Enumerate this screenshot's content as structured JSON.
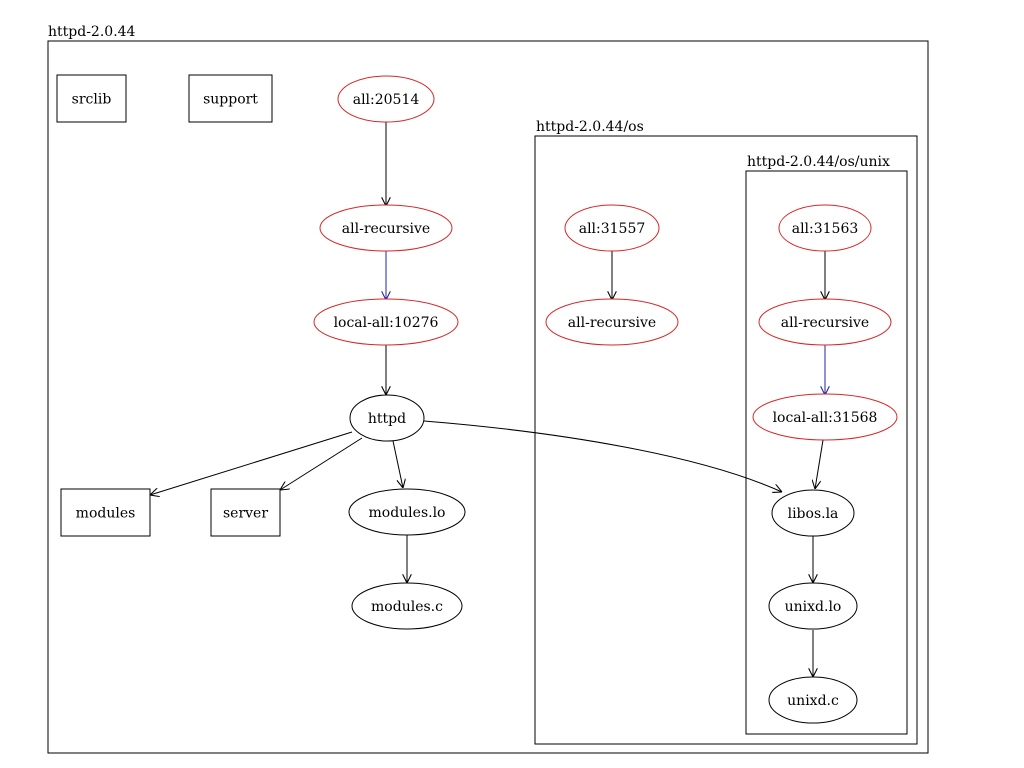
{
  "colors": {
    "target_stroke": "#d62728",
    "file_stroke": "#000000",
    "dir_stroke": "#000000",
    "edge_default": "#000000",
    "edge_recursive": "#2222aa"
  },
  "clusters": {
    "root": {
      "label": "httpd-2.0.44"
    },
    "os": {
      "label": "httpd-2.0.44/os"
    },
    "unix": {
      "label": "httpd-2.0.44/os/unix"
    }
  },
  "nodes": {
    "srclib": {
      "label": "srclib",
      "kind": "directory"
    },
    "support": {
      "label": "support",
      "kind": "directory"
    },
    "modules_dir": {
      "label": "modules",
      "kind": "directory"
    },
    "server": {
      "label": "server",
      "kind": "directory"
    },
    "all_20514": {
      "label": "all:20514",
      "kind": "target"
    },
    "allrec_root": {
      "label": "all-recursive",
      "kind": "target"
    },
    "localall_10276": {
      "label": "local-all:10276",
      "kind": "target"
    },
    "httpd": {
      "label": "httpd",
      "kind": "file"
    },
    "modules_lo": {
      "label": "modules.lo",
      "kind": "file"
    },
    "modules_c": {
      "label": "modules.c",
      "kind": "file"
    },
    "all_31557": {
      "label": "all:31557",
      "kind": "target"
    },
    "allrec_os": {
      "label": "all-recursive",
      "kind": "target"
    },
    "all_31563": {
      "label": "all:31563",
      "kind": "target"
    },
    "allrec_unix": {
      "label": "all-recursive",
      "kind": "target"
    },
    "localall_31568": {
      "label": "local-all:31568",
      "kind": "target"
    },
    "libos_la": {
      "label": "libos.la",
      "kind": "file"
    },
    "unixd_lo": {
      "label": "unixd.lo",
      "kind": "file"
    },
    "unixd_c": {
      "label": "unixd.c",
      "kind": "file"
    }
  },
  "edges": [
    {
      "from": "all:20514",
      "to": "all-recursive",
      "style": "default"
    },
    {
      "from": "all-recursive",
      "to": "local-all:10276",
      "style": "recursive"
    },
    {
      "from": "local-all:10276",
      "to": "httpd",
      "style": "default"
    },
    {
      "from": "httpd",
      "to": "modules",
      "style": "default"
    },
    {
      "from": "httpd",
      "to": "server",
      "style": "default"
    },
    {
      "from": "httpd",
      "to": "modules.lo",
      "style": "default"
    },
    {
      "from": "httpd",
      "to": "libos.la",
      "style": "default"
    },
    {
      "from": "modules.lo",
      "to": "modules.c",
      "style": "default"
    },
    {
      "from": "all:31557",
      "to": "all-recursive",
      "style": "default"
    },
    {
      "from": "all:31563",
      "to": "all-recursive",
      "style": "default"
    },
    {
      "from": "all-recursive",
      "to": "local-all:31568",
      "style": "recursive"
    },
    {
      "from": "local-all:31568",
      "to": "libos.la",
      "style": "default"
    },
    {
      "from": "libos.la",
      "to": "unixd.lo",
      "style": "default"
    },
    {
      "from": "unixd.lo",
      "to": "unixd.c",
      "style": "default"
    }
  ]
}
